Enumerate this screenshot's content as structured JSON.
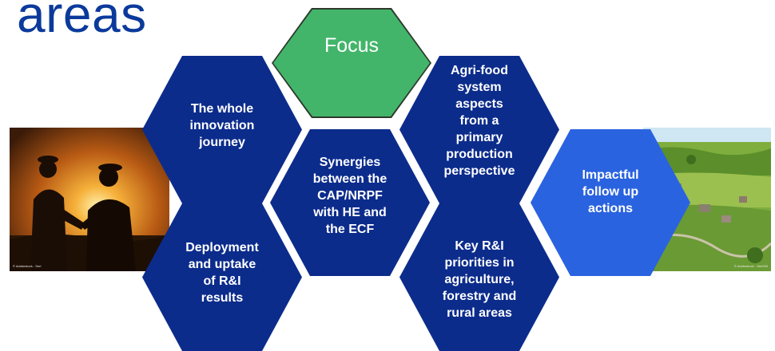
{
  "page_title": "l areas",
  "focus": {
    "label": "Focus"
  },
  "hexagons": {
    "innovation_journey": "The whole\ninnovation\njourney",
    "deployment_uptake": "Deployment\nand uptake\nof R&I\nresults",
    "synergies": "Synergies\nbetween the\nCAP/NRPF\nwith HE and\nthe ECF",
    "agri_food": "Agri-food\nsystem\naspects\nfrom a\nprimary\nproduction\nperspective",
    "key_priorities": "Key R&I\npriorities in\nagriculture,\nforestry and\nrural areas",
    "follow_up": "Impactful\nfollow up\nactions"
  },
  "photos": {
    "left_credit": "© Adobestock - Seri",
    "right_credit": "© Adobestock - Seri000"
  },
  "colors": {
    "title": "#0b3a9b",
    "hex_dark": "#0c2c8c",
    "hex_bright": "#2a63e0",
    "focus_green": "#43b56a"
  }
}
